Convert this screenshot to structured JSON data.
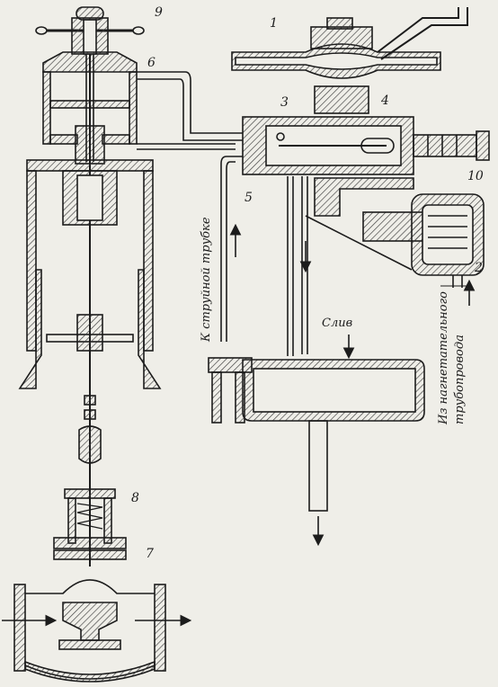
{
  "diagram": {
    "part_numbers": {
      "n1": "1",
      "n2": "2",
      "n3": "3",
      "n4": "4",
      "n5": "5",
      "n6": "6",
      "n7": "7",
      "n8": "8",
      "n9": "9",
      "n10": "10"
    },
    "captions": {
      "to_jet_tube": "К струйной трубке",
      "drain": "Слив",
      "from_discharge_line_1": "Из нагнетательного",
      "from_discharge_line_2": "трубопровода"
    },
    "colors": {
      "ink": "#1c1c1c",
      "paper": "#efeee8",
      "hatch": "#3a3a3a"
    }
  }
}
